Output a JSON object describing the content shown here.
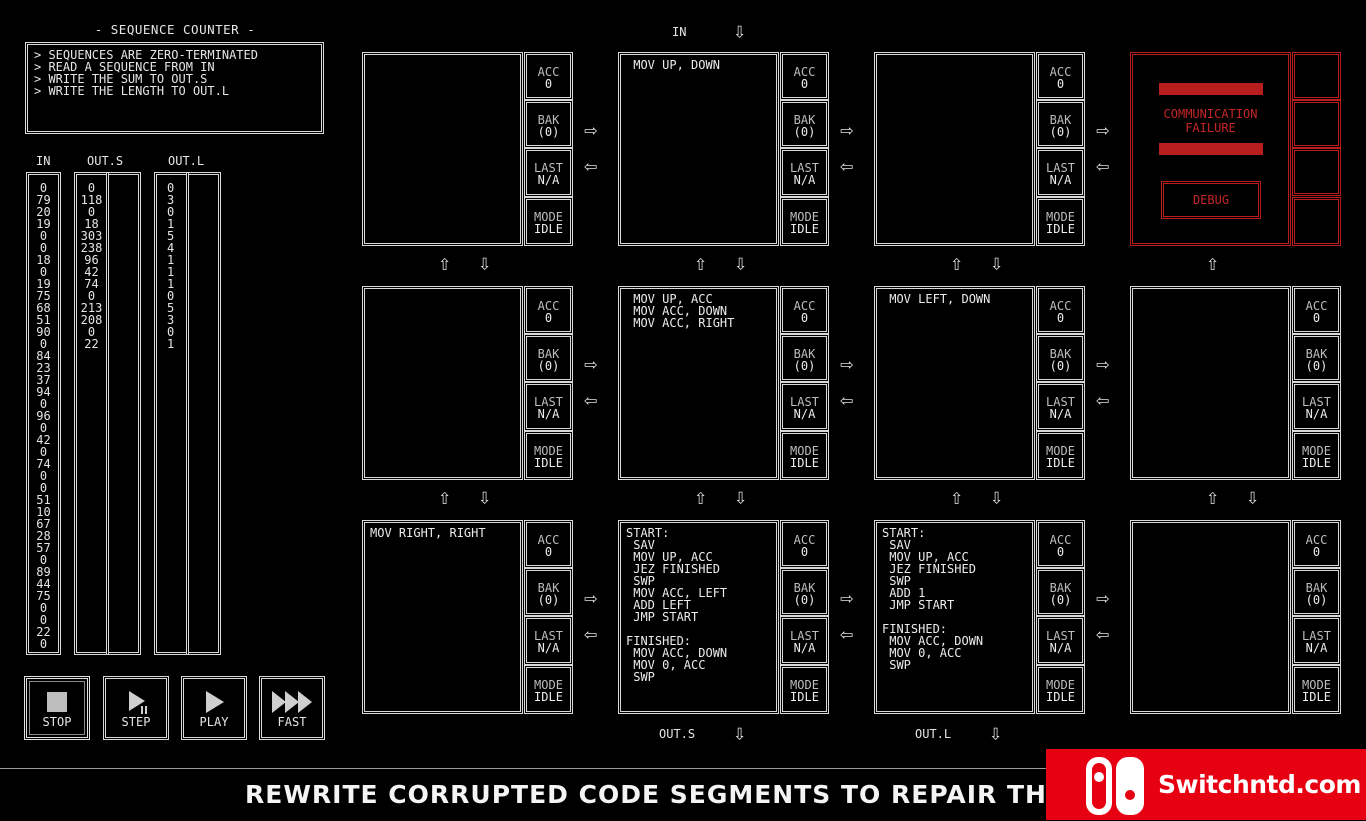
{
  "puzzle": {
    "title": "- SEQUENCE COUNTER -",
    "description": [
      "> SEQUENCES ARE ZERO-TERMINATED",
      "> READ A SEQUENCE FROM IN",
      "> WRITE THE SUM TO OUT.S",
      "> WRITE THE LENGTH TO OUT.L"
    ]
  },
  "streams": {
    "in_label": "IN",
    "out_s_label": "OUT.S",
    "out_l_label": "OUT.L",
    "in": "0\n79\n20\n19\n0\n0\n18\n0\n19\n75\n68\n51\n90\n0\n84\n23\n37\n94\n0\n96\n0\n42\n0\n74\n0\n0\n51\n10\n67\n28\n57\n0\n89\n44\n75\n0\n0\n22\n0",
    "out_s": "0\n118\n0\n18\n303\n238\n96\n42\n74\n0\n213\n208\n0\n22",
    "out_l": "0\n3\n0\n1\n5\n4\n1\n1\n1\n0\n5\n3\n0\n1"
  },
  "controls": {
    "stop": "STOP",
    "step": "STEP",
    "play": "PLAY",
    "fast": "FAST"
  },
  "registers": {
    "acc_label": "ACC",
    "bak_label": "BAK",
    "last_label": "LAST",
    "mode_label": "MODE",
    "acc": "0",
    "bak": "(0)",
    "last": "N/A",
    "mode": "IDLE"
  },
  "nodes": [
    {
      "code": ""
    },
    {
      "code": " MOV UP, DOWN"
    },
    {
      "code": ""
    },
    {
      "code": ""
    },
    {
      "code": " MOV UP, ACC\n MOV ACC, DOWN\n MOV ACC, RIGHT"
    },
    {
      "code": " MOV LEFT, DOWN"
    },
    {
      "code": ""
    },
    {
      "code": "MOV RIGHT, RIGHT"
    },
    {
      "code": "START:\n SAV\n MOV UP, ACC\n JEZ FINISHED\n SWP\n MOV ACC, LEFT\n ADD LEFT\n JMP START\n\nFINISHED:\n MOV ACC, DOWN\n MOV 0, ACC\n SWP"
    },
    {
      "code": "START:\n SAV\n MOV UP, ACC\n JEZ FINISHED\n SWP\n ADD 1\n JMP START\n\nFINISHED:\n MOV ACC, DOWN\n MOV 0, ACC\n SWP"
    },
    {
      "code": ""
    }
  ],
  "broken_node": {
    "message": "COMMUNICATION\nFAILURE",
    "debug_label": "DEBUG",
    "color": "#b81e1e"
  },
  "ports": {
    "in_label": "IN",
    "out_s_label": "OUT.S",
    "out_l_label": "OUT.L"
  },
  "banner": "REWRITE CORRUPTED CODE SEGMENTS TO REPAIR THE TIS",
  "watermark": "Switchntd.com",
  "icons": {
    "arrow_right": "⇨",
    "arrow_left": "⇦",
    "arrow_up": "⇧",
    "arrow_down": "⇩"
  }
}
